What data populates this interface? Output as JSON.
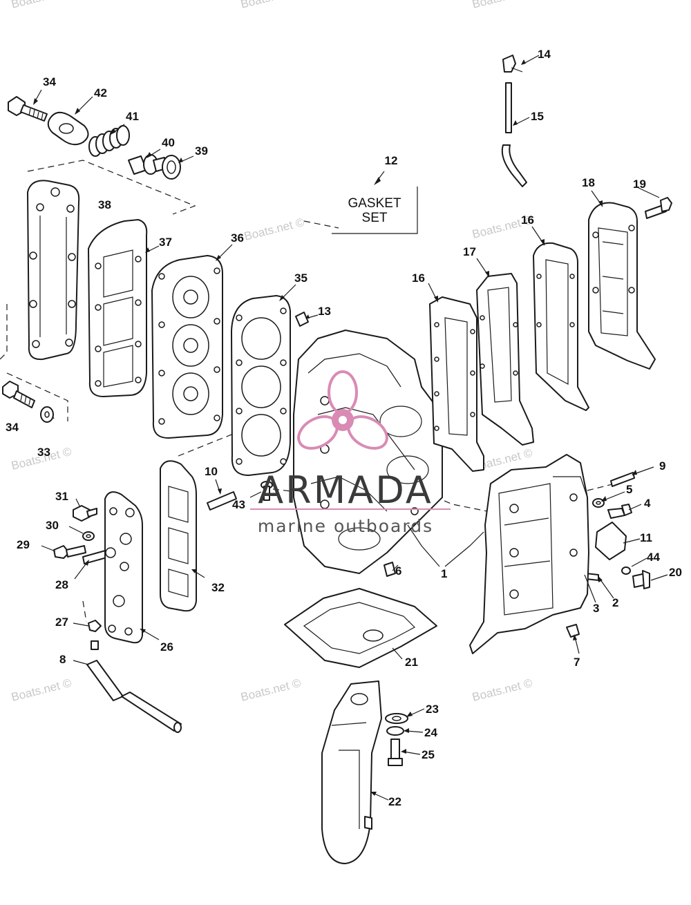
{
  "watermark": "Boats.net ©",
  "gasket_set": {
    "number": "12",
    "line1": "GASKET",
    "line2": "SET"
  },
  "logo": {
    "main": "ARMADA",
    "sub": "marine outboards",
    "color": "#d98bb4"
  },
  "callouts": {
    "c1": "1",
    "c2": "2",
    "c3": "3",
    "c4": "4",
    "c5": "5",
    "c6": "6",
    "c7": "7",
    "c8": "8",
    "c9": "9",
    "c10": "10",
    "c11": "11",
    "c13": "13",
    "c14": "14",
    "c15": "15",
    "c16a": "16",
    "c16b": "16",
    "c17": "17",
    "c18": "18",
    "c19": "19",
    "c20": "20",
    "c21": "21",
    "c22": "22",
    "c23": "23",
    "c24": "24",
    "c25": "25",
    "c26": "26",
    "c27": "27",
    "c28": "28",
    "c29": "29",
    "c30": "30",
    "c31": "31",
    "c32": "32",
    "c33": "33",
    "c34a": "34",
    "c34b": "34",
    "c35": "35",
    "c36": "36",
    "c37": "37",
    "c38": "38",
    "c39": "39",
    "c40": "40",
    "c41": "41",
    "c42": "42",
    "c43": "43",
    "c44": "44"
  }
}
